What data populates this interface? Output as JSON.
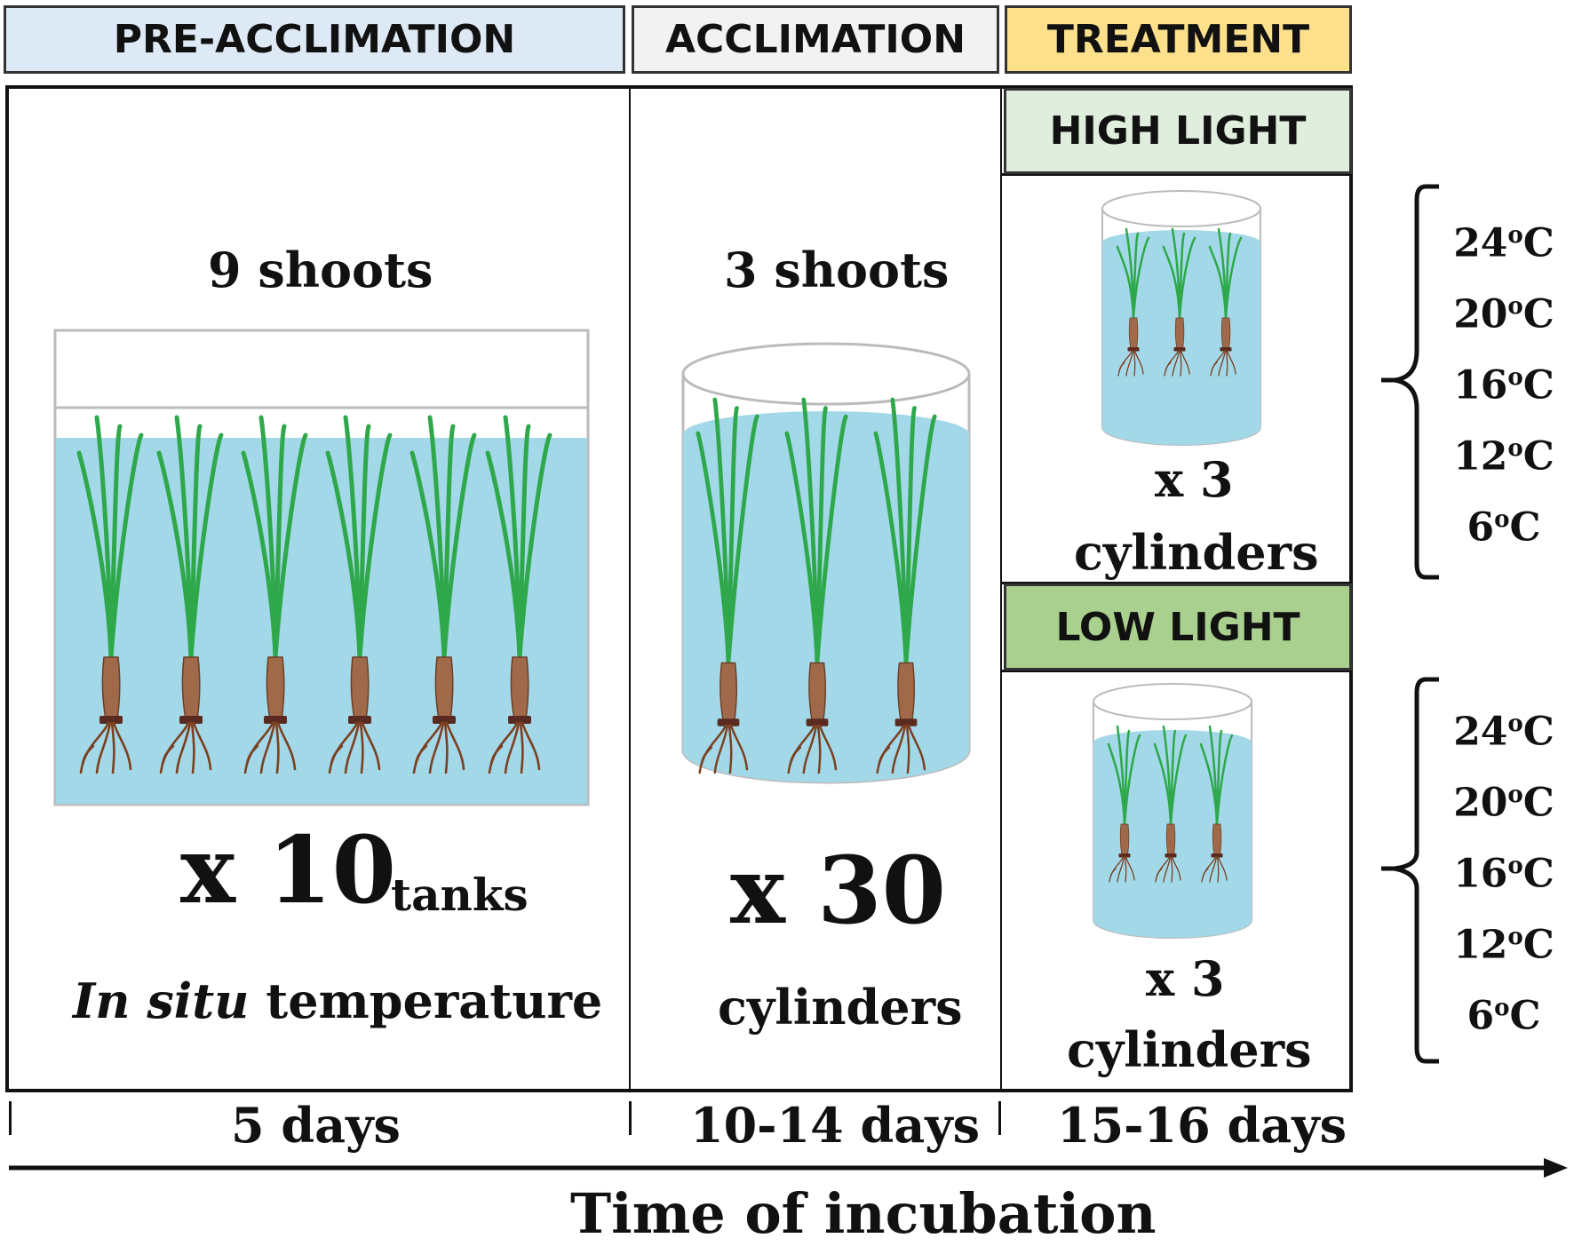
{
  "phases": [
    {
      "label": "PRE-ACCLIMATION",
      "color": "#dde9f5"
    },
    {
      "label": "ACCLIMATION",
      "color": "#f2f2f2"
    },
    {
      "label": "TREATMENT",
      "color": "#fde08c"
    }
  ],
  "pre_acclimation": {
    "shoots": "9 shoots",
    "count": "x 10",
    "unit": "tanks",
    "temp_italic": "In situ",
    "temp_rest": "temperature",
    "duration": "5 days"
  },
  "acclimation": {
    "shoots": "3 shoots",
    "count": "x 30",
    "unit": "cylinders",
    "duration": "10-14 days"
  },
  "treatment": {
    "high_light": {
      "label": "HIGH LIGHT",
      "color": "#dfeedd",
      "count": "x 3",
      "unit": "cylinders"
    },
    "low_light": {
      "label": "LOW LIGHT",
      "color": "#a9d08e",
      "count": "x 3",
      "unit": "cylinders"
    },
    "duration": "15-16 days"
  },
  "temperatures": [
    "24",
    "20",
    "16",
    "12",
    "6"
  ],
  "temp_unit_sup": "o",
  "temp_unit": "C",
  "axis_label": "Time of incubation",
  "colors": {
    "water": "#a3d8e8",
    "leaf": "#2ea84a",
    "rhizome": "#a06a4a",
    "root": "#7a4020",
    "band": "#5a2a20"
  }
}
